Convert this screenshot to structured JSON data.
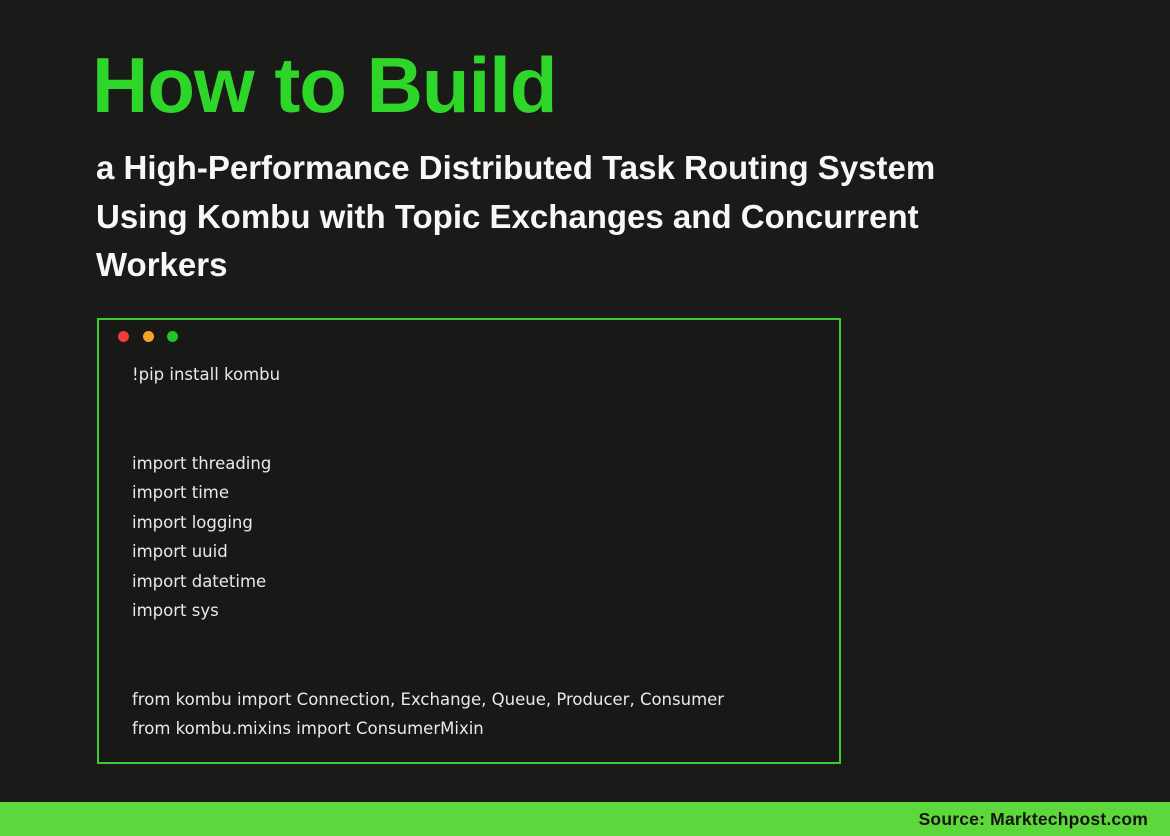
{
  "page": {
    "background_color": "#1a1a18",
    "title": "How to Build",
    "title_color": "#2fd62a",
    "subtitle_color": "#f7f7f7",
    "subtitle_line1": "a High-Performance Distributed Task Routing System",
    "subtitle_line2": "Using Kombu with Topic Exchanges and Concurrent",
    "subtitle_line3": "Workers"
  },
  "terminal": {
    "border_color": "#3ecb31",
    "background_color": "#181816",
    "text_color": "#e9e9e9",
    "traffic_lights": {
      "close_color": "#f23c3c",
      "minimize_color": "#f3a428",
      "zoom_color": "#21c52b"
    },
    "code_lines": [
      "!pip install kombu",
      "",
      "",
      "import threading",
      "import time",
      "import logging",
      "import uuid",
      "import datetime",
      "import sys",
      "",
      "",
      "from kombu import Connection, Exchange, Queue, Producer, Consumer",
      "from kombu.mixins import ConsumerMixin"
    ]
  },
  "footer": {
    "bar_color": "#5cd73c",
    "text_color": "#151510",
    "source_label": "Source: Marktechpost.com"
  }
}
